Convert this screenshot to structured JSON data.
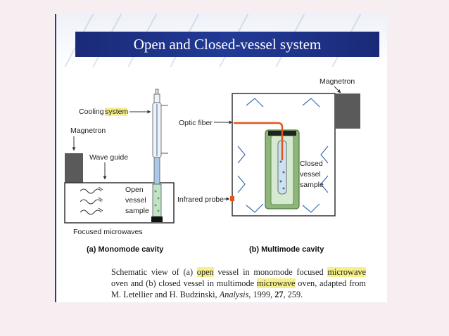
{
  "title": "Open and Closed-vessel system",
  "diagram_a": {
    "labels": {
      "cooling_pre": "Cooling ",
      "cooling_hl": "system",
      "magnetron": "Magnetron",
      "wave_guide": "Wave guide",
      "sample_1": "Open",
      "sample_2": "vessel",
      "sample_3": "sample",
      "focused": "Focused microwaves"
    },
    "caption": "(a) Monomode cavity"
  },
  "diagram_b": {
    "labels": {
      "magnetron": "Magnetron",
      "optic_fiber": "Optic fiber",
      "sample_1": "Closed",
      "sample_2": "vessel",
      "sample_3": "sample",
      "infrared": "Infrared probe"
    },
    "caption": "(b) Multimode cavity"
  },
  "caption": {
    "t1": "Schematic view of (a) ",
    "h1": "open",
    "t2": " vessel in monomode focused ",
    "h2": "microwave",
    "t3": " oven and (b) closed vessel in multimode ",
    "h3": "microwave",
    "t4": " oven, adapted from M. Letellier and H. Budzinski, ",
    "journal": "Analysis",
    "t5": ", 1999, ",
    "volume": "27",
    "t6": ", 259."
  },
  "colors": {
    "title_bar": "#1a2a78",
    "highlight": "#f6f08a",
    "optic_fiber": "#e0561e",
    "vessel_green": "#6f9a5a",
    "vessel_fill": "#b9d6a8",
    "magnetron": "#5a5a5a",
    "arrow_blue": "#3a6fb0"
  }
}
